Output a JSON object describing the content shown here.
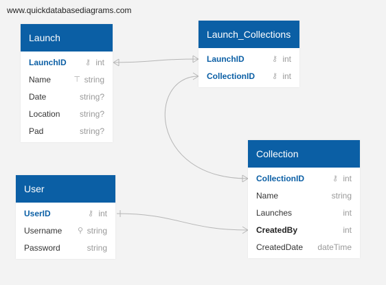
{
  "watermark": "www.quickdatabasediagrams.com",
  "colors": {
    "header": "#0b5fa5",
    "link": "#b5b5b5",
    "pk_text": "#0b5fa5"
  },
  "tables": {
    "launch": {
      "title": "Launch",
      "fields": [
        {
          "name": "LaunchID",
          "type": "int",
          "icon": "key-icon"
        },
        {
          "name": "Name",
          "type": "string",
          "icon": "index-icon"
        },
        {
          "name": "Date",
          "type": "string?",
          "icon": ""
        },
        {
          "name": "Location",
          "type": "string?",
          "icon": ""
        },
        {
          "name": "Pad",
          "type": "string?",
          "icon": ""
        }
      ]
    },
    "launch_collections": {
      "title": "Launch_Collections",
      "fields": [
        {
          "name": "LaunchID",
          "type": "int",
          "icon": "key-icon"
        },
        {
          "name": "CollectionID",
          "type": "int",
          "icon": "key-icon"
        }
      ]
    },
    "collection": {
      "title": "Collection",
      "fields": [
        {
          "name": "CollectionID",
          "type": "int",
          "icon": "key-icon"
        },
        {
          "name": "Name",
          "type": "string",
          "icon": ""
        },
        {
          "name": "Launches",
          "type": "int",
          "icon": ""
        },
        {
          "name": "CreatedBy",
          "type": "int",
          "icon": ""
        },
        {
          "name": "CreatedDate",
          "type": "dateTime",
          "icon": ""
        }
      ]
    },
    "user": {
      "title": "User",
      "fields": [
        {
          "name": "UserID",
          "type": "int",
          "icon": "key-icon"
        },
        {
          "name": "Username",
          "type": "string",
          "icon": "search-icon"
        },
        {
          "name": "Password",
          "type": "string",
          "icon": ""
        }
      ]
    }
  }
}
